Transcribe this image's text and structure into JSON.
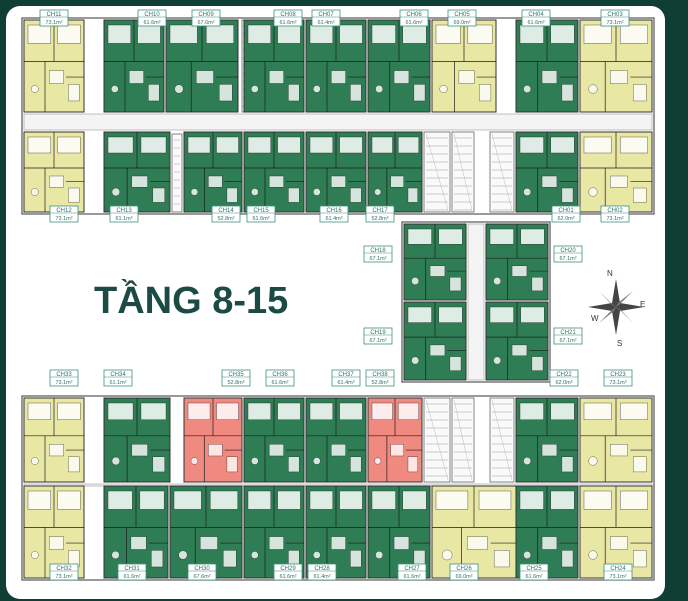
{
  "floor_title": "TẦNG 8-15",
  "compass": {
    "n": "N",
    "e": "E",
    "s": "S",
    "w": "W"
  },
  "colors": {
    "unit_green": "#2e7d55",
    "unit_yellow": "#e9e7a4",
    "unit_red": "#f08a80",
    "title": "#1c4a44",
    "tag_border": "#3e8f80",
    "tag_text": "#2e7266",
    "background": "#0f3f34"
  },
  "apartments": [
    {
      "code": "CH11",
      "area": "73.1m²",
      "color": "yellow"
    },
    {
      "code": "CH10",
      "area": "61.6m²",
      "color": "green"
    },
    {
      "code": "CH09",
      "area": "67.6m²",
      "color": "green"
    },
    {
      "code": "CH08",
      "area": "61.6m²",
      "color": "green"
    },
    {
      "code": "CH07",
      "area": "61.4m²",
      "color": "green"
    },
    {
      "code": "CH06",
      "area": "61.6m²",
      "color": "green"
    },
    {
      "code": "CH05",
      "area": "69.0m²",
      "color": "yellow"
    },
    {
      "code": "CH04",
      "area": "61.6m²",
      "color": "green"
    },
    {
      "code": "CH03",
      "area": "73.1m²",
      "color": "yellow"
    },
    {
      "code": "CH12",
      "area": "73.1m²",
      "color": "yellow"
    },
    {
      "code": "CH13",
      "area": "61.1m²",
      "color": "green"
    },
    {
      "code": "CH14",
      "area": "52.8m²",
      "color": "green"
    },
    {
      "code": "CH15",
      "area": "61.6m²",
      "color": "green"
    },
    {
      "code": "CH16",
      "area": "61.4m²",
      "color": "green"
    },
    {
      "code": "CH17",
      "area": "52.8m²",
      "color": "green"
    },
    {
      "code": "CH01",
      "area": "62.0m²",
      "color": "green"
    },
    {
      "code": "CH02",
      "area": "73.1m²",
      "color": "yellow"
    },
    {
      "code": "CH18",
      "area": "67.1m²",
      "color": "green"
    },
    {
      "code": "CH20",
      "area": "67.1m²",
      "color": "green"
    },
    {
      "code": "CH19",
      "area": "67.1m²",
      "color": "green"
    },
    {
      "code": "CH21",
      "area": "67.1m²",
      "color": "green"
    },
    {
      "code": "CH33",
      "area": "73.1m²",
      "color": "yellow"
    },
    {
      "code": "CH34",
      "area": "61.1m²",
      "color": "green"
    },
    {
      "code": "CH35",
      "area": "52.8m²",
      "color": "red"
    },
    {
      "code": "CH36",
      "area": "61.6m²",
      "color": "green"
    },
    {
      "code": "CH37",
      "area": "61.4m²",
      "color": "green"
    },
    {
      "code": "CH38",
      "area": "52.8m²",
      "color": "red"
    },
    {
      "code": "CH22",
      "area": "62.0m²",
      "color": "green"
    },
    {
      "code": "CH23",
      "area": "73.1m²",
      "color": "yellow"
    },
    {
      "code": "CH32",
      "area": "73.1m²",
      "color": "yellow"
    },
    {
      "code": "CH31",
      "area": "61.6m²",
      "color": "green"
    },
    {
      "code": "CH30",
      "area": "67.6m²",
      "color": "green"
    },
    {
      "code": "CH29",
      "area": "61.6m²",
      "color": "green"
    },
    {
      "code": "CH28",
      "area": "61.4m²",
      "color": "green"
    },
    {
      "code": "CH27",
      "area": "61.6m²",
      "color": "green"
    },
    {
      "code": "CH26",
      "area": "69.0m²",
      "color": "yellow"
    },
    {
      "code": "CH25",
      "area": "61.6m²",
      "color": "green"
    },
    {
      "code": "CH24",
      "area": "73.1m²",
      "color": "yellow"
    }
  ]
}
